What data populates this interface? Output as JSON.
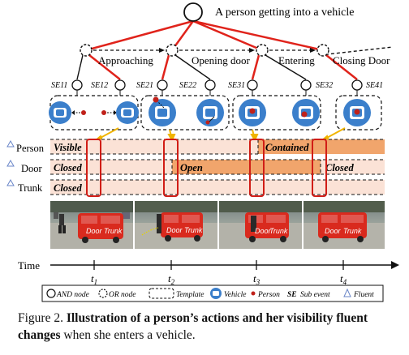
{
  "root_label": "A person getting into a vehicle",
  "stages": [
    "Approaching",
    "Opening door",
    "Entering",
    "Closing Door"
  ],
  "sub_events": [
    "SE11",
    "SE12",
    "SE21",
    "SE22",
    "SE31",
    "SE32",
    "SE41"
  ],
  "fluent_rows": [
    {
      "name": "Person",
      "segments": [
        "Visible",
        "Contained"
      ]
    },
    {
      "name": "Door",
      "segments": [
        "Closed",
        "Open",
        "Closed"
      ]
    },
    {
      "name": "Trunk",
      "segments": [
        "Closed"
      ]
    }
  ],
  "frame_labels": [
    "Door",
    "Trunk"
  ],
  "time_axis": {
    "label": "Time",
    "ticks": [
      "t",
      "t",
      "t",
      "t"
    ],
    "subs": [
      "1",
      "2",
      "3",
      "4"
    ]
  },
  "legend": {
    "and_node": "AND node",
    "or_node": "OR node",
    "template": "Template",
    "vehicle": "Vehicle",
    "person": "Person",
    "se": "SE",
    "sub_event": "Sub event",
    "fluent": "Fluent"
  },
  "caption": {
    "prefix": "Figure 2.",
    "bold": "Illustration of a person’s actions and her visibility fluent changes",
    "suffix": "when she enters a vehicle."
  },
  "colors": {
    "red": "#e0231b",
    "orange": "#f1a56c",
    "pale_pink": "#fbe2d6",
    "blue": "#3b7fcb",
    "yellow": "#f0b400"
  }
}
